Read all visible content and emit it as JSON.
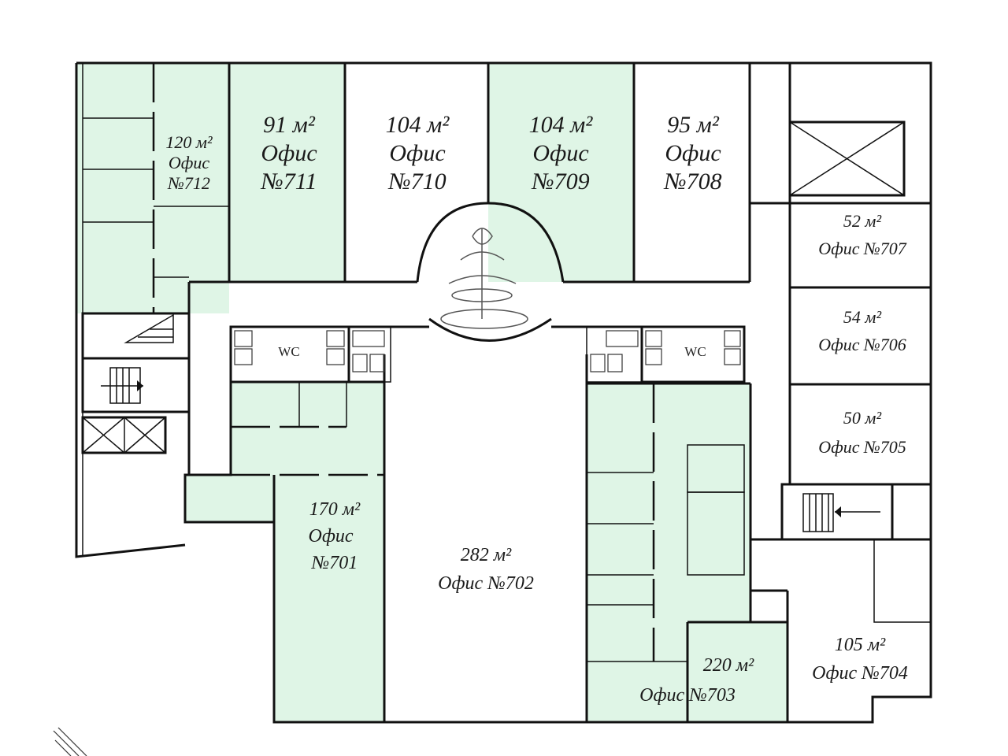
{
  "rooms": [
    {
      "id": "712",
      "area": "120 м²",
      "type": "Офис",
      "number": "№712",
      "highlighted": true
    },
    {
      "id": "711",
      "area": "91 м²",
      "type": "Офис",
      "number": "№711",
      "highlighted": true
    },
    {
      "id": "710",
      "area": "104 м²",
      "type": "Офис",
      "number": "№710",
      "highlighted": false
    },
    {
      "id": "709",
      "area": "104 м²",
      "type": "Офис",
      "number": "№709",
      "highlighted": true
    },
    {
      "id": "708",
      "area": "95 м²",
      "type": "Офис",
      "number": "№708",
      "highlighted": false
    },
    {
      "id": "707",
      "area": "52 м²",
      "label": "Офис №707",
      "highlighted": false
    },
    {
      "id": "706",
      "area": "54 м²",
      "label": "Офис №706",
      "highlighted": false
    },
    {
      "id": "705",
      "area": "50 м²",
      "label": "Офис №705",
      "highlighted": false
    },
    {
      "id": "701",
      "area": "170 м²",
      "type": "Офис",
      "number": "№701",
      "highlighted": true
    },
    {
      "id": "702",
      "area": "282 м²",
      "label": "Офис №702",
      "highlighted": false
    },
    {
      "id": "703",
      "area": "220 м²",
      "label": "Офис №703",
      "highlighted": true
    },
    {
      "id": "704",
      "area": "105 м²",
      "label": "Офис №704",
      "highlighted": false
    }
  ],
  "wc_labels": {
    "left": "WC",
    "right": "WC"
  },
  "colors": {
    "highlight": "#dff5e6",
    "wall": "#111111"
  }
}
